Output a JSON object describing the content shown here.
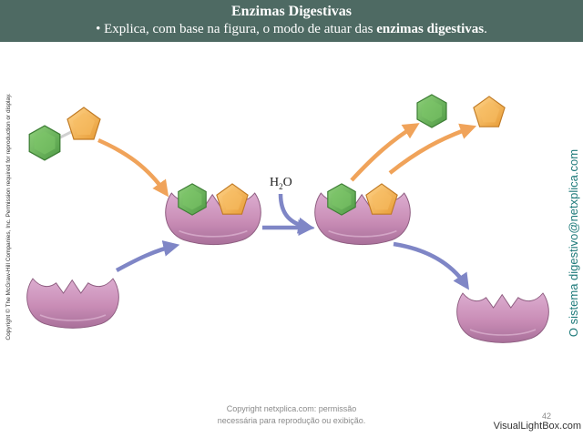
{
  "header": {
    "title": "Enzimas Digestivas",
    "subtitle_prefix": "• Explica, com base na figura, o modo de atuar das ",
    "subtitle_bold": "enzimas digestivas",
    "subtitle_suffix": "."
  },
  "diagram": {
    "water_label_main": "H",
    "water_label_sub": "2",
    "water_label_end": "O",
    "colors": {
      "enzyme": "#c98db6",
      "hexagon": "#6ab65a",
      "pentagon": "#f2b14e",
      "arrow_orange": "#f0a35a",
      "arrow_blue": "#7f86c6"
    }
  },
  "side_texts": {
    "copyright_vertical": "Copyright © The McGraw-Hill Companies, Inc. Permission required for reproduction or display.",
    "site_vertical": "O sistema digestivo@netxplica.com"
  },
  "footer": {
    "line1": "Copyright netxplica.com: permissão",
    "line2": "necessária para reprodução ou exibição.",
    "page_number": "42",
    "watermark": "VisualLightBox.com"
  }
}
